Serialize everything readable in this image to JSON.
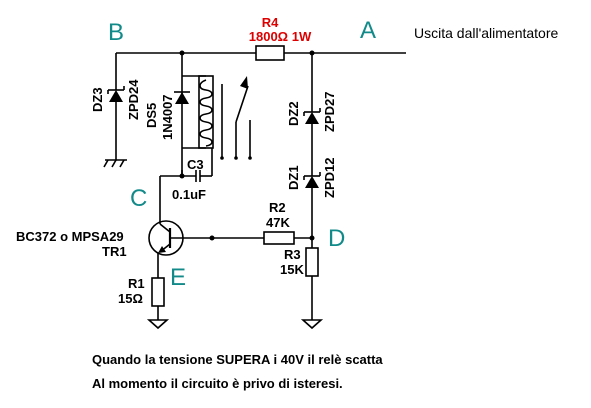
{
  "nodes": {
    "a": "A",
    "b": "B",
    "c": "C",
    "d": "D",
    "e": "E"
  },
  "output_label": "Uscita dall'alimentatore",
  "r4": {
    "name": "R4",
    "value": "1800Ω 1W"
  },
  "dz3": {
    "name": "DZ3",
    "part": "ZPD24"
  },
  "ds5": {
    "name": "DS5",
    "part": "1N4007"
  },
  "dz2": {
    "name": "DZ2",
    "part": "ZPD27"
  },
  "dz1": {
    "name": "DZ1",
    "part": "ZPD12"
  },
  "c3": {
    "name": "C3",
    "value": "0.1uF"
  },
  "r2": {
    "name": "R2",
    "value": "47K"
  },
  "r3": {
    "name": "R3",
    "value": "15K"
  },
  "r1": {
    "name": "R1",
    "value": "15Ω"
  },
  "tr1": {
    "part": "BC372 o MPSA29",
    "name": "TR1"
  },
  "note": {
    "line1": "Quando la tensione SUPERA i 40V il relè scatta",
    "line2": "Al momento il circuito è privo di isteresi."
  },
  "colors": {
    "wire": "#000000",
    "node_label": "#138a8a",
    "r4_label": "#dd0000"
  }
}
